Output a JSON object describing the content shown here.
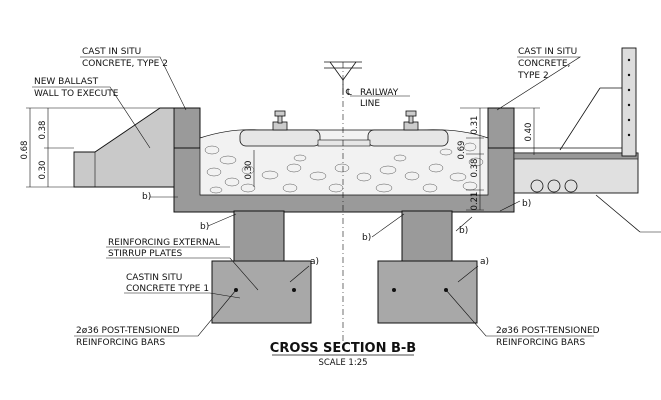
{
  "title": "CROSS SECTION B-B",
  "scale": "SCALE 1:25",
  "labels": {
    "cast_left_1": "CAST IN SITU",
    "cast_left_2": "CONCRETE, TYPE 2",
    "ballast_1": "NEW BALLAST",
    "ballast_2": "WALL TO EXECUTE",
    "cast_right_1": "CAST IN SITU",
    "cast_right_2": "CONCRETE,",
    "cast_right_3": "TYPE 2",
    "railway": "RAILWAY",
    "line": "LINE",
    "stirrup_1": "REINFORCING EXTERNAL",
    "stirrup_2": "STIRRUP PLATES",
    "castin_1": "CASTIN SITU",
    "castin_2": "CONCRETE TYPE 1",
    "bars_left_1": "2ø36 POST-TENSIONED",
    "bars_left_2": "REINFORCING BARS",
    "bars_right_1": "2ø36 POST-TENSIONED",
    "bars_right_2": "REINFORCING BARS",
    "mark_a": "a)",
    "mark_b": "b)"
  },
  "dimensions": {
    "left_total": "0.68",
    "left_upper": "0.38",
    "left_lower": "0.30",
    "ballast": "0.30",
    "right_1": "0.31",
    "right_2": "0.69",
    "right_3": "0.38",
    "right_4": "0.21",
    "right_5": "0.40"
  }
}
